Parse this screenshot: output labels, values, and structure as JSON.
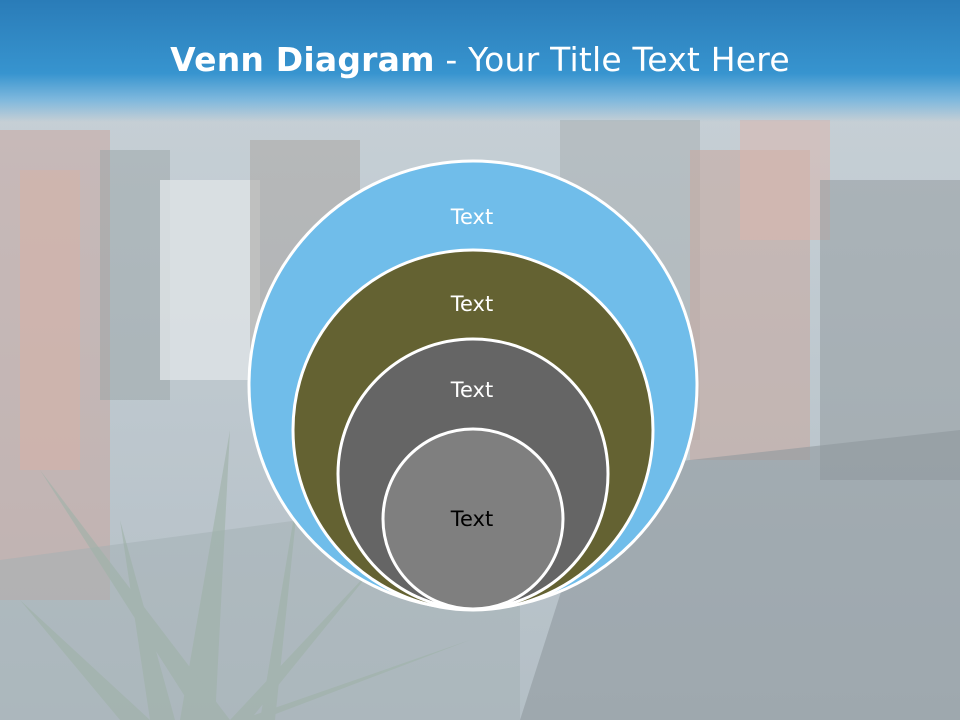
{
  "slide": {
    "title_bold": "Venn Diagram",
    "title_rest": " - Your Title Text Here"
  },
  "circles": [
    {
      "label": "Text",
      "fill": "#70bdea",
      "text_color": "#ffffff"
    },
    {
      "label": "Text",
      "fill": "#646232",
      "text_color": "#ffffff"
    },
    {
      "label": "Text",
      "fill": "#656565",
      "text_color": "#ffffff"
    },
    {
      "label": "Text",
      "fill": "#7f7f7f",
      "text_color": "#000000"
    }
  ],
  "colors": {
    "title_bar": "#3794cf",
    "circle_outline": "#ffffff"
  }
}
